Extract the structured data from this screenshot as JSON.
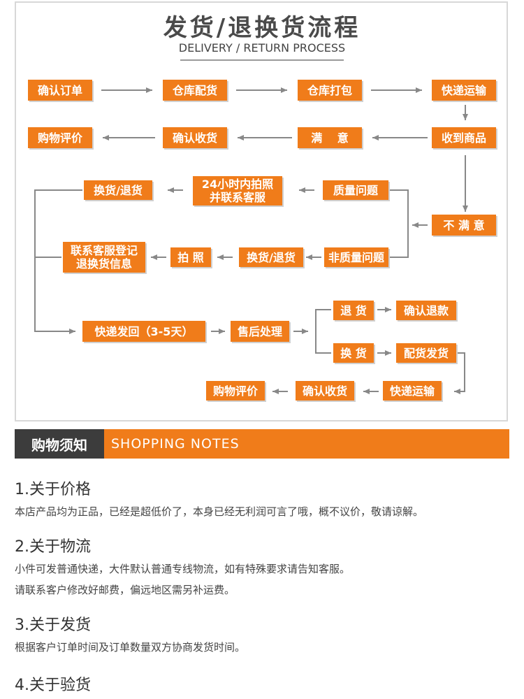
{
  "header": {
    "title": "发货/退换货流程",
    "subtitle": "DELIVERY / RETURN PROCESS"
  },
  "flow": {
    "confirm_order": "确认订单",
    "warehouse_allocate": "仓库配货",
    "warehouse_pack": "仓库打包",
    "express_ship": "快递运输",
    "receive_goods": "收到商品",
    "satisfied": "满　 意",
    "confirm_receipt": "确认收货",
    "review": "购物评价",
    "unsatisfied": "不 满 意",
    "quality_issue": "质量问题",
    "photo_24h": "24小时内拍照\n并联系客服",
    "exchange_return_a": "换货/退货",
    "non_quality_issue": "非质量问题",
    "exchange_return_b": "换货/退货",
    "take_photo": "拍 照",
    "contact_register": "联系客服登记\n退换货信息",
    "express_back": "快递发回（3-5天）",
    "after_sales": "售后处理",
    "return_goods": "退 货",
    "confirm_refund": "确认退款",
    "exchange_goods": "换 货",
    "allocate_ship": "配货发货",
    "express_ship_2": "快递运输",
    "confirm_receipt_2": "确认收货",
    "review_2": "购物评价"
  },
  "notes_bar": {
    "cn_label": "购物须知",
    "en_label": "SHOPPING NOTES"
  },
  "notes": [
    {
      "heading": "1.关于价格",
      "lines": [
        "本店产品均为正品，已经是超低价了，本身已经无利润可言了哦，概不议价，敬请谅解。"
      ]
    },
    {
      "heading": "2.关于物流",
      "lines": [
        "小件可发普通快递，大件默认普通专线物流，如有特殊要求请告知客服。",
        "请联系客户修改好邮费，偏远地区需另补运费。"
      ]
    },
    {
      "heading": "3.关于发货",
      "lines": [
        "根据客户订单时间及订单数量双方协商发货时间。"
      ]
    },
    {
      "heading": "4.关于验货",
      "lines": []
    }
  ],
  "colors": {
    "accent": "#f07c1a",
    "dark": "#3c3c3c",
    "line": "#888888"
  }
}
